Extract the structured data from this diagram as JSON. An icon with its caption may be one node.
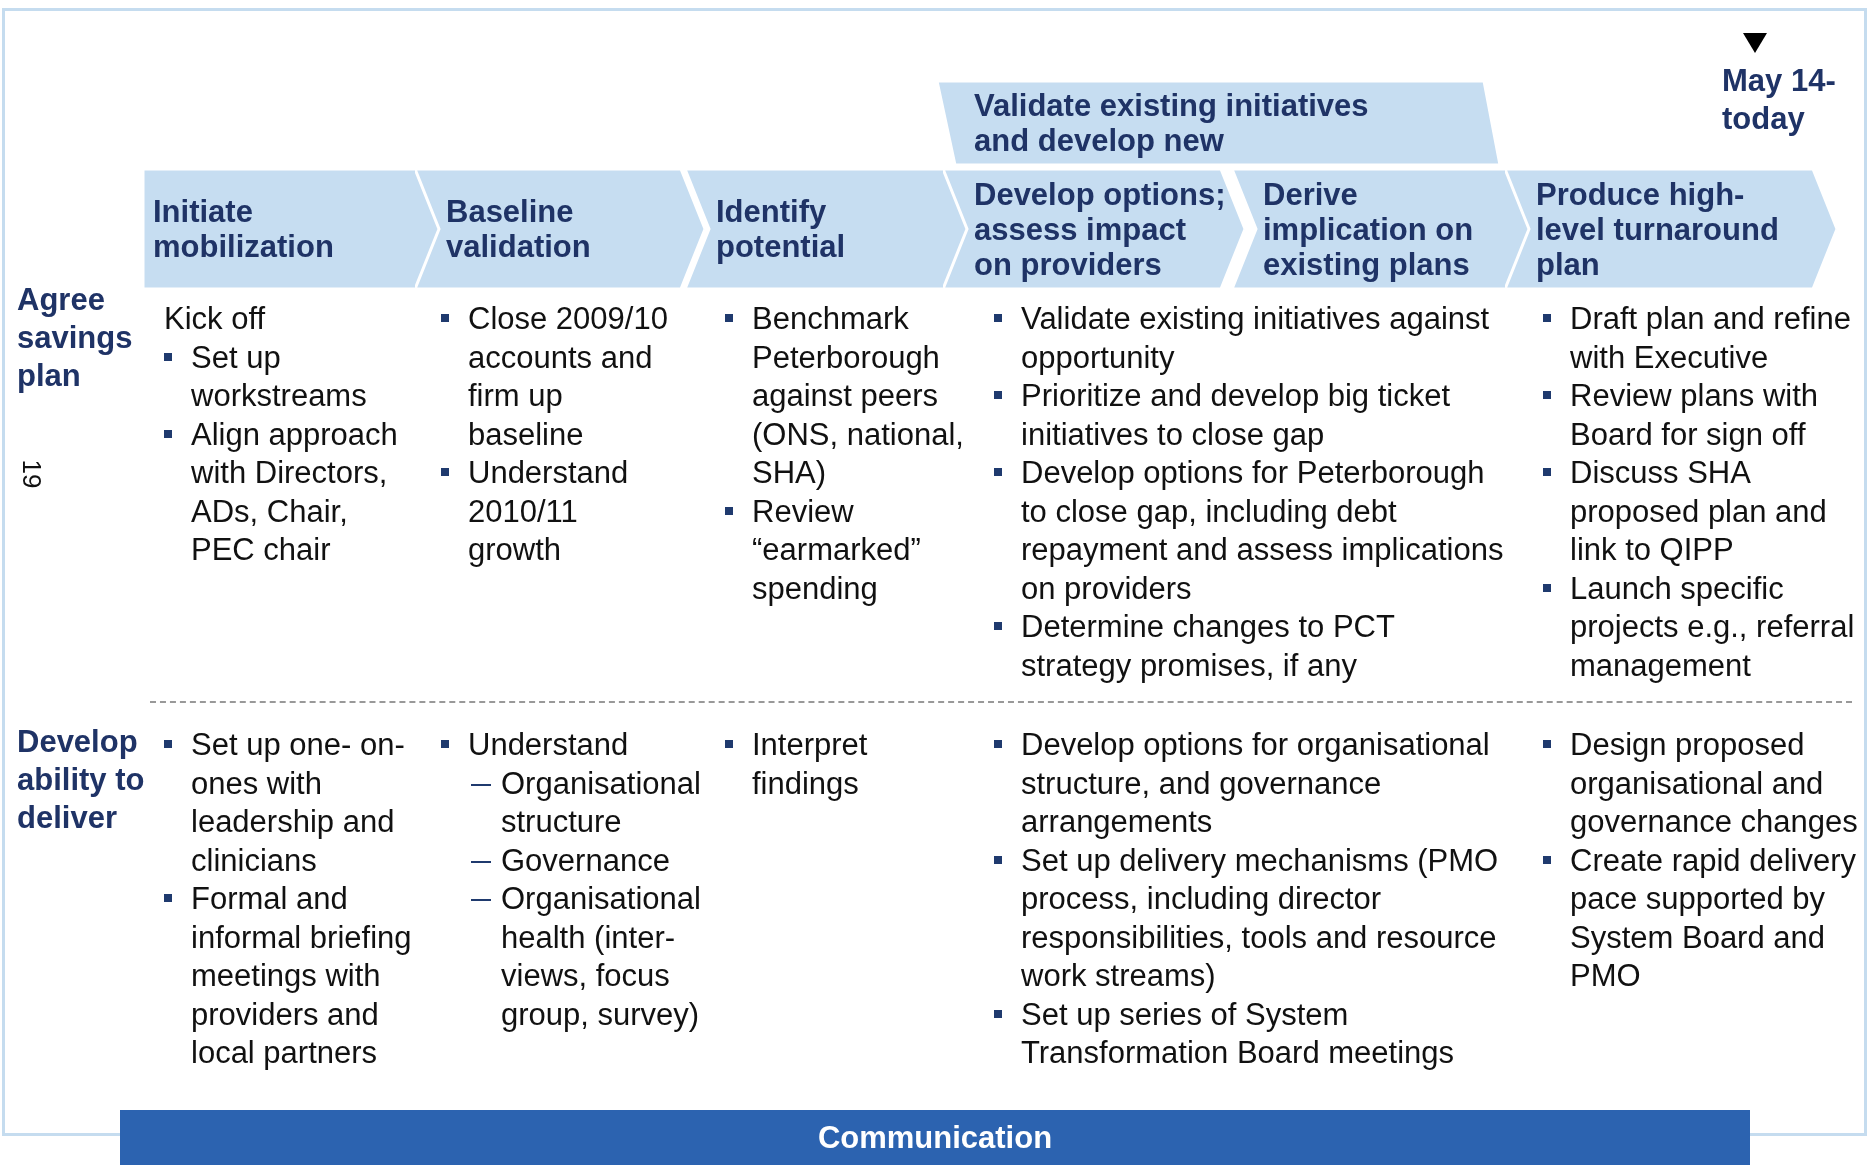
{
  "diagram": {
    "nodes": [
      {
        "text": [
          "Validate existing initiatives and develop new"
        ]
      },
      {
        "text": [
          "Initiate mobilization"
        ]
      },
      {
        "text": [
          "Baseline validation"
        ]
      },
      {
        "text": [
          "Identify potential"
        ]
      },
      {
        "text": [
          "Develop options; assess impact on providers"
        ]
      },
      {
        "text": [
          "Derive implication on existing plans"
        ]
      },
      {
        "text": [
          "Produce high- level turnaround plan"
        ]
      },
      {
        "text": [
          "Communication"
        ]
      }
    ],
    "labels": [
      "May 14- today",
      "Agree savings plan",
      "19",
      "Kick off",
      "Set up workstreams",
      "Align approach with Directors, ADs, Chair, PEC chair",
      "Close 2009/10 accounts and firm up baseline",
      "Understand 2010/11 growth",
      "Benchmark Peterborough against peers (ONS, national, SHA)",
      "Review “earmarked” spending",
      "Validate existing initiatives against opportunity",
      "Prioritize and develop big ticket initiatives to close gap",
      "Develop options for Peterborough to close gap, including debt repayment and assess implications on providers",
      "Determine changes to PCT strategy promises, if any",
      "Draft plan and refine with Executive",
      "Review plans with Board for sign off",
      "Discuss SHA proposed plan and link to QIPP",
      "Launch specific projects e.g., referral management",
      "Develop ability to deliver",
      "Set up one- on- ones with leadership and clinicians",
      "Formal and informal briefing meetings with providers and local partners",
      "Understand",
      "Organisational structure",
      "Governance",
      "Organisational health (inter- views, focus group, survey)",
      "Interpret findings",
      "Develop options for organisational structure, and governance arrangements",
      "Set up delivery mechanisms (PMO process, including director responsibilities, tools and resource work streams)",
      "Set up series of System Transformation Board meetings",
      "Design proposed organisational and governance changes",
      "Create rapid delivery pace supported by System Board and PMO"
    ]
  }
}
